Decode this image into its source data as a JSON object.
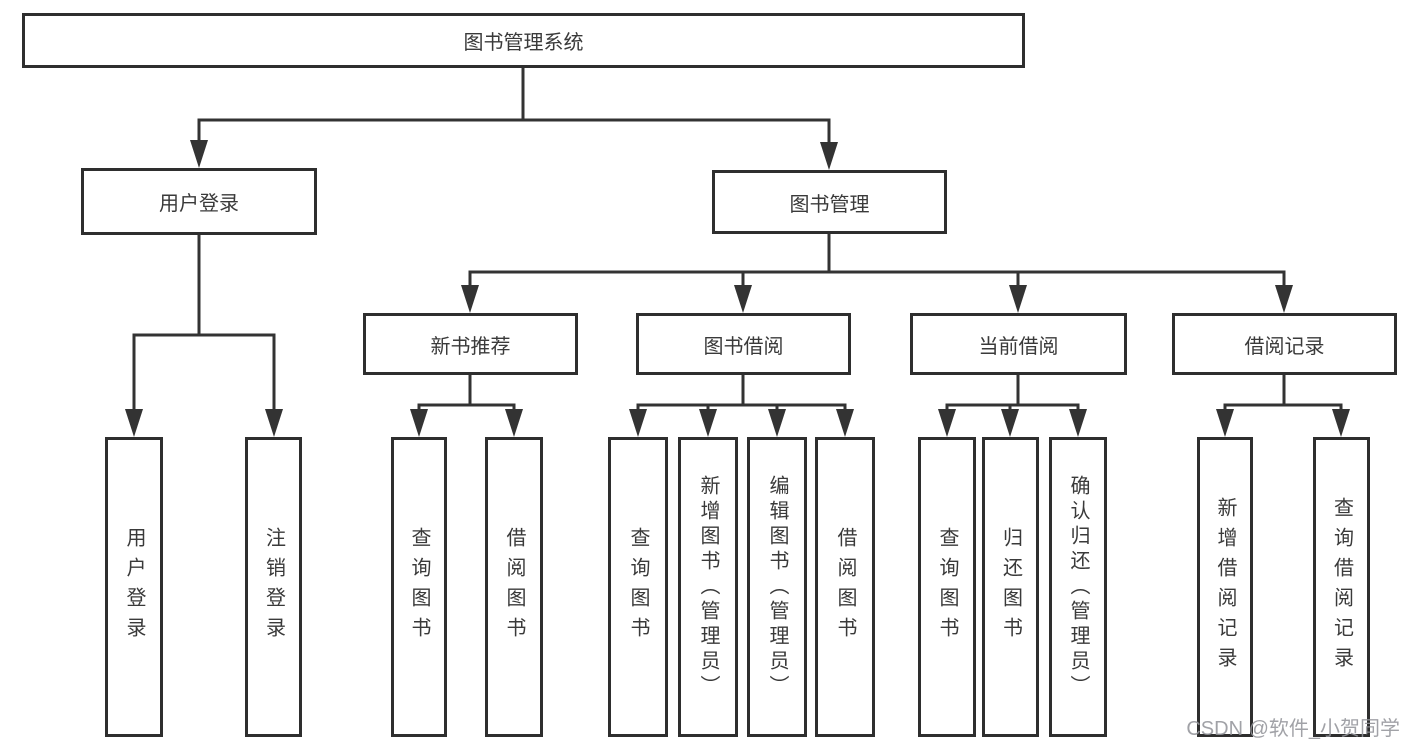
{
  "colors": {
    "line": "#333333",
    "box_border": "#2e2e2e",
    "box_fill": "#ffffff",
    "text": "#3a3a3a",
    "watermark": "#94959b"
  },
  "watermark": {
    "text": "CSDN @软件_小贺同学"
  },
  "tree": {
    "label": "图书管理系统",
    "children": [
      {
        "label": "用户登录",
        "children": [
          {
            "label": "用户登录"
          },
          {
            "label": "注销登录"
          }
        ]
      },
      {
        "label": "图书管理",
        "children": [
          {
            "label": "新书推荐",
            "children": [
              {
                "label": "查询图书"
              },
              {
                "label": "借阅图书"
              }
            ]
          },
          {
            "label": "图书借阅",
            "children": [
              {
                "label": "查询图书"
              },
              {
                "label": "新增图书（管理员）"
              },
              {
                "label": "编辑图书（管理员）"
              },
              {
                "label": "借阅图书"
              }
            ]
          },
          {
            "label": "当前借阅",
            "children": [
              {
                "label": "查询图书"
              },
              {
                "label": "归还图书"
              },
              {
                "label": "确认归还（管理员）"
              }
            ]
          },
          {
            "label": "借阅记录",
            "children": [
              {
                "label": "新增借阅记录"
              },
              {
                "label": "查询借阅记录"
              }
            ]
          }
        ]
      }
    ]
  }
}
